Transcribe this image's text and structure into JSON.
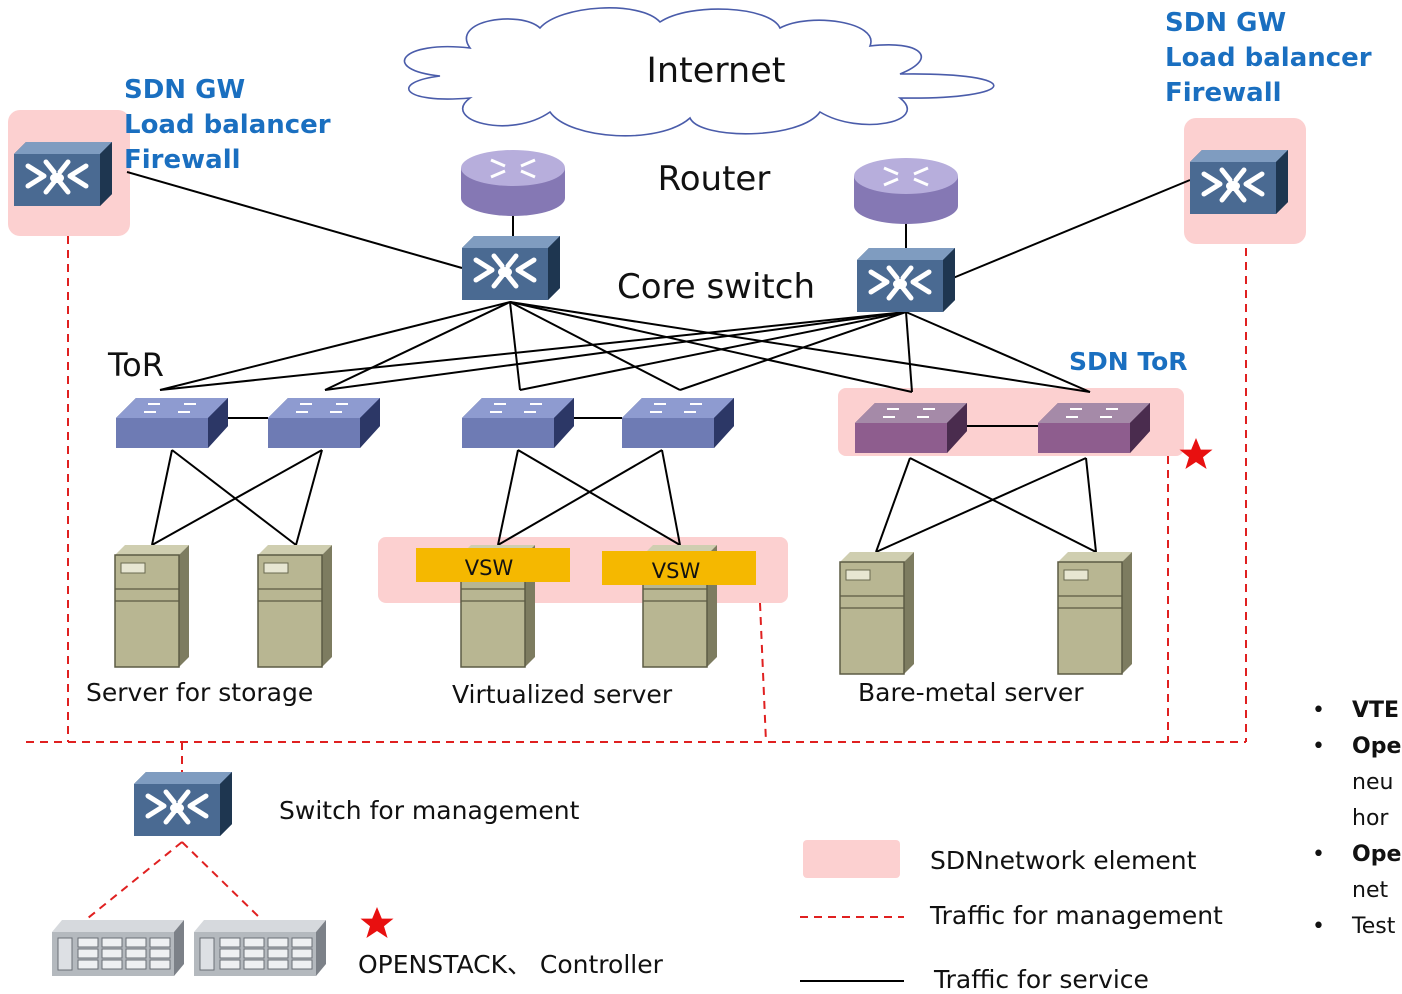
{
  "labels": {
    "internet": "Internet",
    "router": "Router",
    "core_switch": "Core switch",
    "tor": "ToR",
    "sdn_tor": "SDN ToR",
    "sdn_gw_left": [
      "SDN GW",
      "Load balancer",
      "Firewall"
    ],
    "sdn_gw_right": [
      "SDN GW",
      "Load balancer",
      "Firewall"
    ],
    "vsw_1": "VSW",
    "vsw_2": "VSW",
    "server_storage": "Server for storage",
    "virtualized_server": "Virtualized server",
    "bare_metal_server": "Bare-metal server",
    "switch_management": "Switch for management",
    "openstack_controller": "OPENSTACK、 Controller"
  },
  "legend": {
    "sdn_element": "SDNnetwork element",
    "traffic_management": "Traffic for management",
    "traffic_service": "Traffic for service"
  },
  "bullets": [
    {
      "bold": "VTE",
      "rest": ""
    },
    {
      "bold": "Ope",
      "rest": "",
      "sub": [
        "neu",
        "hor"
      ]
    },
    {
      "bold": "Ope",
      "rest": "",
      "sub": [
        "net"
      ]
    },
    {
      "bold": "",
      "rest": "Test"
    }
  ],
  "colors": {
    "sdn_highlight": "#fcd0d0",
    "sdn_text": "#1a6fc0",
    "management_line": "#e02020",
    "service_line": "#000000",
    "vsw_fill": "#f5b800",
    "tor_switch": "#6e7bb4",
    "sdn_tor_switch": "#8e5d8e",
    "router": "#9d8ec4",
    "star": "#e81010"
  },
  "icons": [
    "cloud-icon",
    "router-icon",
    "core-switch-icon",
    "tor-switch-icon",
    "server-tower-icon",
    "rack-server-icon",
    "star-icon"
  ]
}
